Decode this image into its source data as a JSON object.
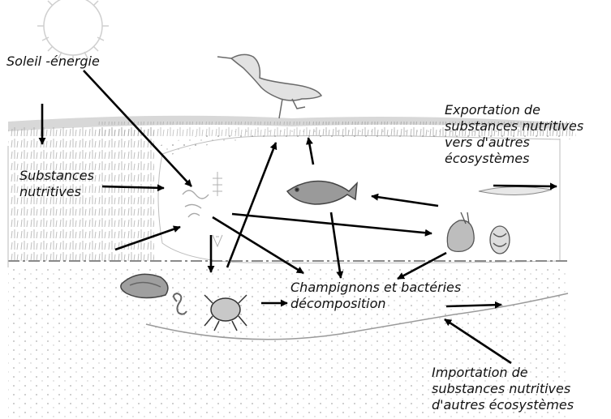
{
  "labels": {
    "sun": "Soleil -énergie",
    "nutrients": [
      "Substances",
      "nutritives"
    ],
    "export": [
      "Exportation de",
      "substances nutritives",
      "vers d'autres",
      "écosystèmes"
    ],
    "decomposers": [
      "Champignons et bactéries",
      "décomposition"
    ],
    "import": [
      "Importation de",
      "substances nutritives",
      "d'autres écosystèmes"
    ]
  },
  "icons": [
    "sun-icon",
    "heron-icon",
    "fish-icon",
    "crab-icon",
    "mussel-icon",
    "worm-icon",
    "snail-icon",
    "shell-icon",
    "plankton-icon",
    "algae-icon",
    "cell-icon"
  ],
  "colors": {
    "ink": "#111111",
    "sketch": "#8a8a8a",
    "light": "#c4c4c4",
    "arrow": "#000000"
  }
}
